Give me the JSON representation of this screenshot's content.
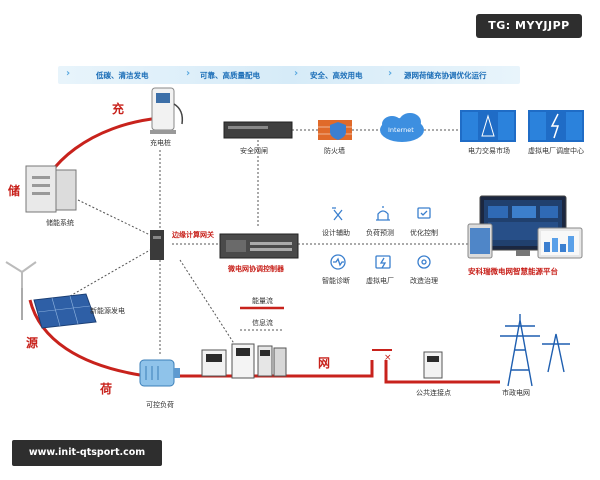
{
  "watermark_top": "TG: MYYJJPP",
  "watermark_bottom": "www.init-qtsport.com",
  "banner": [
    "低碳、清洁发电",
    "可靠、高质量配电",
    "安全、高效用电",
    "源网荷储充协调优化运行"
  ],
  "side_labels": {
    "chong": "充",
    "chu": "储",
    "yuan": "源",
    "he": "荷",
    "wang": "网"
  },
  "nodes": {
    "charging_pile": "充电桩",
    "storage": "储能系统",
    "renewable": "新能源发电",
    "controllable_load": "可控负荷",
    "edge_gateway": "边缘计算网关",
    "microgrid_controller": "微电网协调控制器",
    "security_gateway": "安全网闸",
    "firewall": "防火墙",
    "internet": "Internet",
    "power_market": "电力交易市场",
    "vpp_center": "虚拟电厂调度中心",
    "platform": "安科瑞微电网智慧能源平台",
    "pcc": "公共连接点",
    "grid": "市政电网"
  },
  "functions": [
    "设计辅助",
    "负荷预测",
    "优化控制",
    "智能诊断",
    "虚拟电厂",
    "改造治理"
  ],
  "legend": {
    "energy_flow": "能量流",
    "info_flow": "信息流"
  },
  "colors": {
    "accent_red": "#c8221c",
    "accent_blue": "#1d6fb8",
    "banner_bg": "#d6ebf8"
  }
}
